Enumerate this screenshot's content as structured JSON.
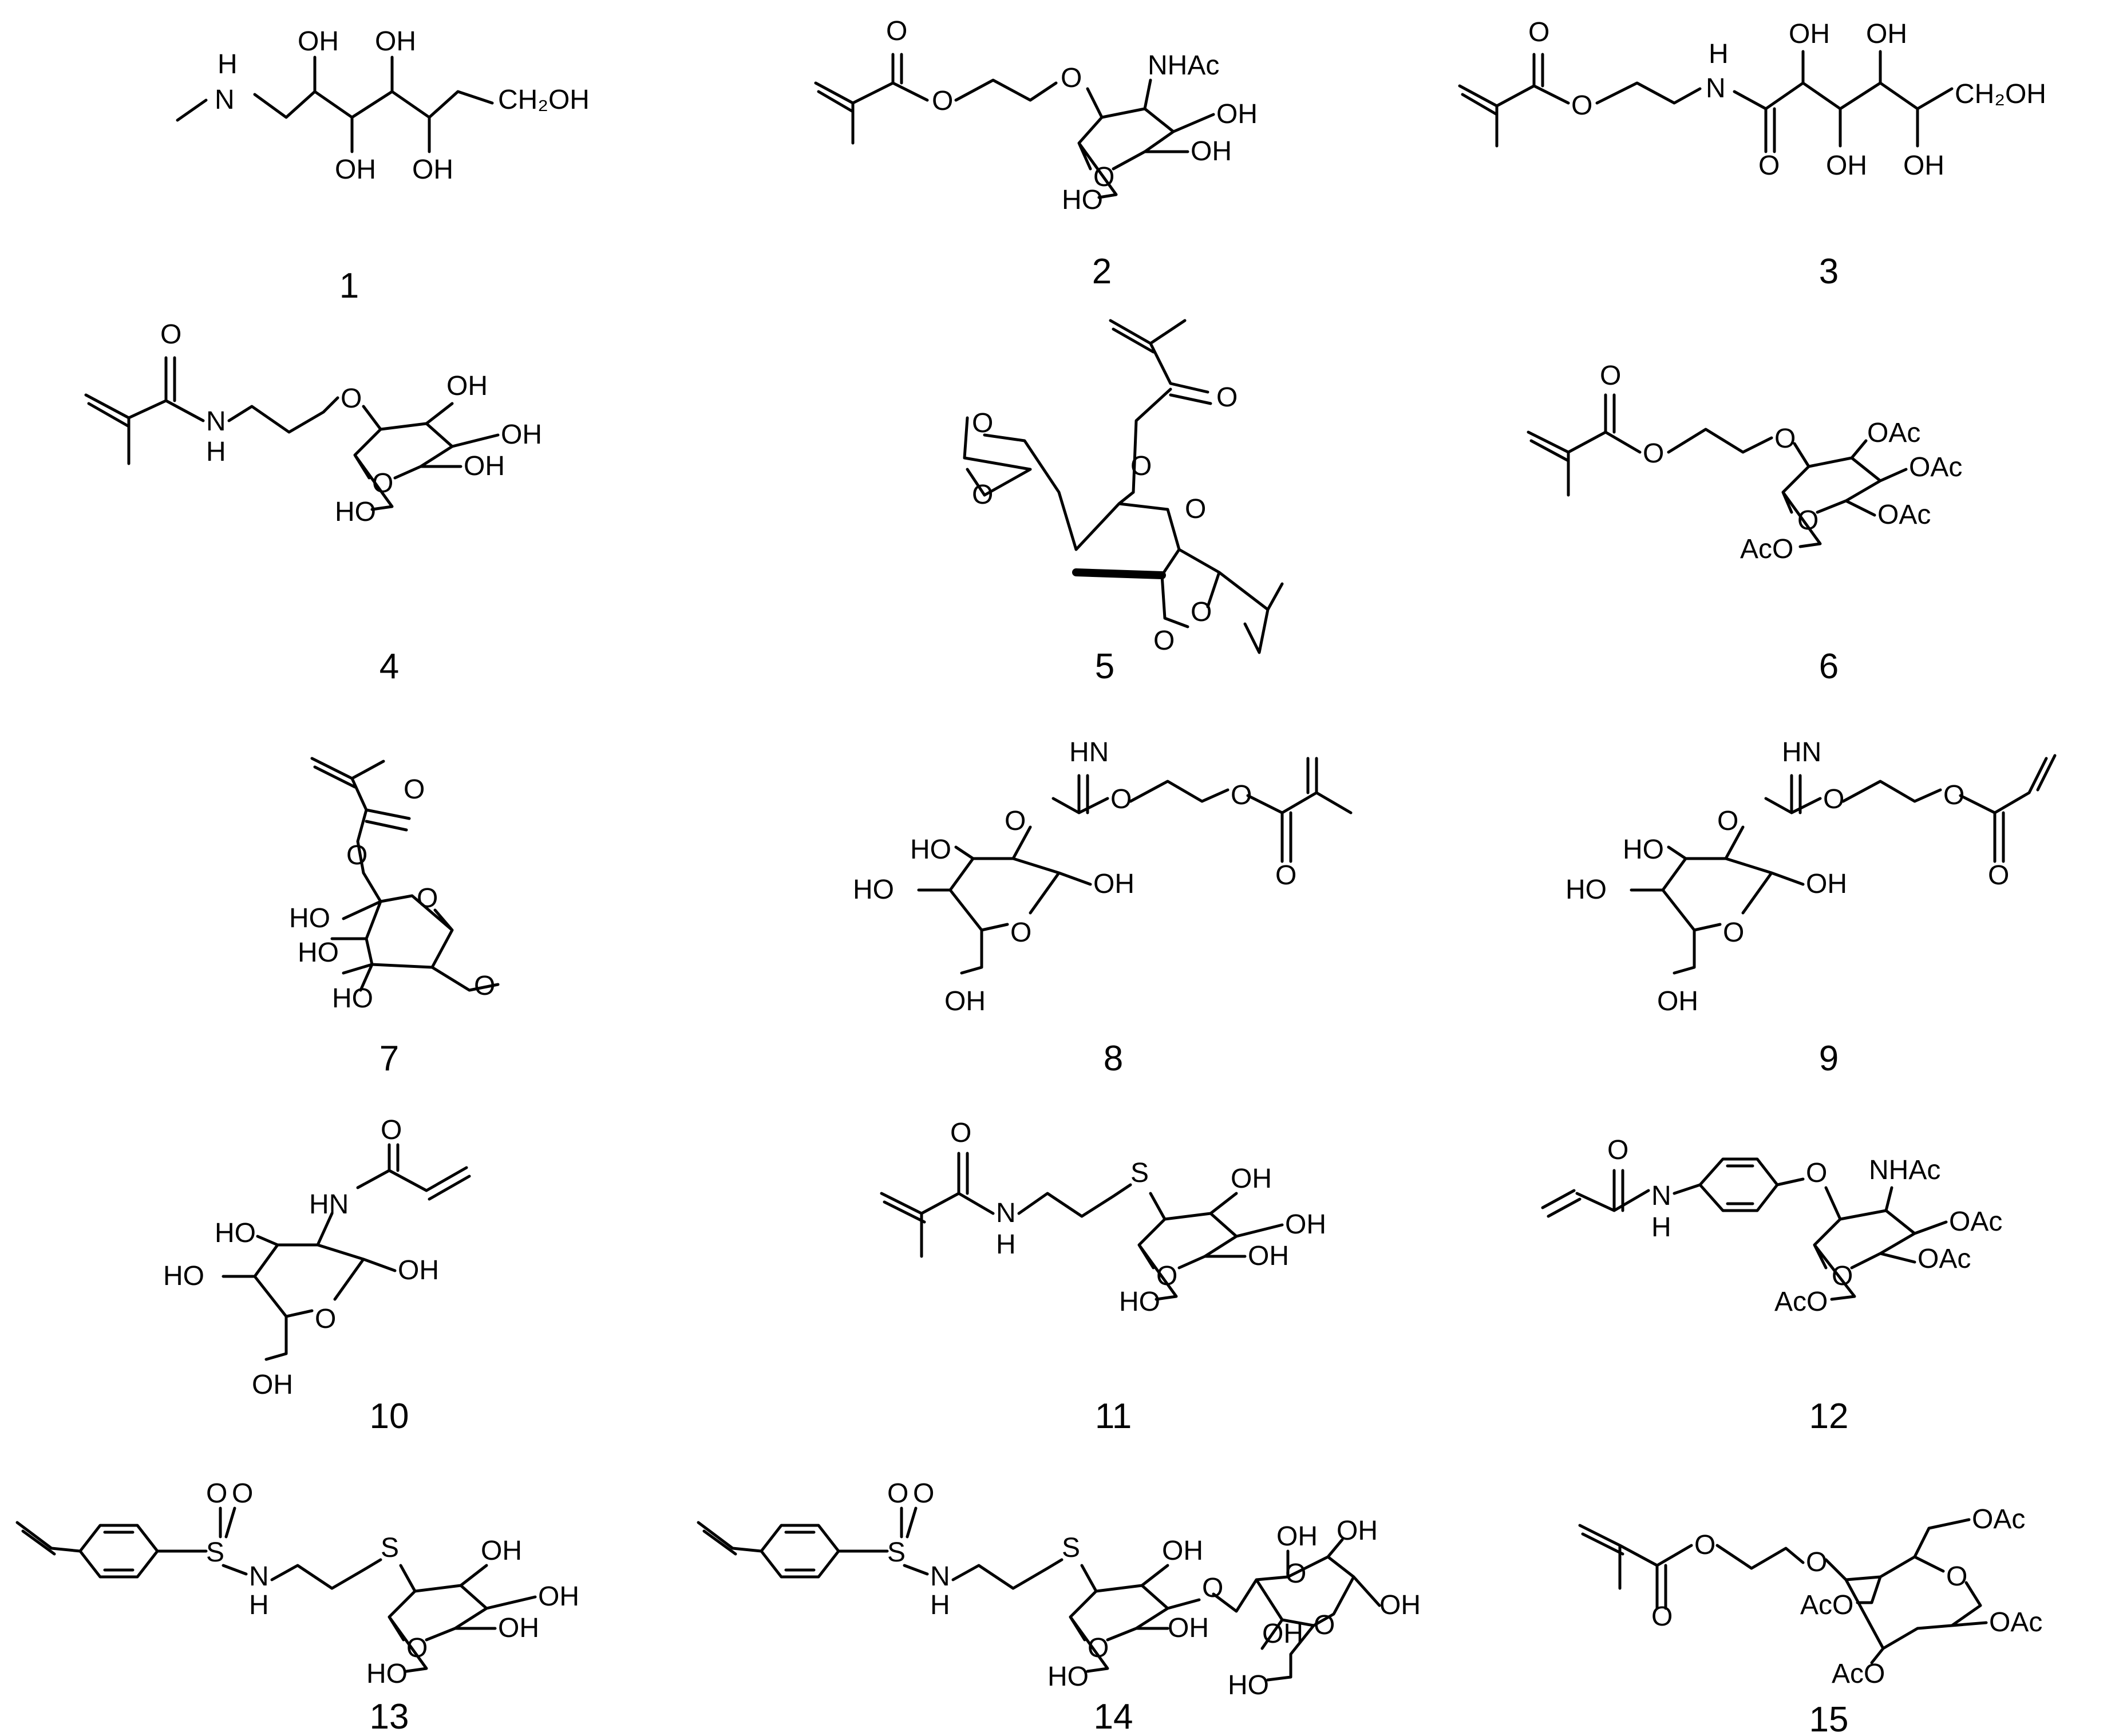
{
  "compounds": [
    {
      "number": "1",
      "labels": [
        "H",
        "N",
        "OH",
        "OH",
        "OH",
        "OH",
        "CH₂OH"
      ]
    },
    {
      "number": "2",
      "labels": [
        "O",
        "O",
        "O",
        "NHAc",
        "OH",
        "OH",
        "O",
        "HO"
      ]
    },
    {
      "number": "3",
      "labels": [
        "O",
        "O",
        "H",
        "N",
        "OH",
        "OH",
        "CH₂OH",
        "O",
        "OH",
        "OH"
      ]
    },
    {
      "number": "4",
      "labels": [
        "O",
        "N",
        "H",
        "O",
        "OH",
        "OH",
        "OH",
        "O",
        "HO"
      ]
    },
    {
      "number": "5",
      "labels": [
        "O",
        "O",
        "O",
        "O",
        "O",
        "O",
        "O"
      ]
    },
    {
      "number": "6",
      "labels": [
        "O",
        "O",
        "O",
        "OAc",
        "OAc",
        "OAc",
        "O",
        "AcO"
      ]
    },
    {
      "number": "7",
      "labels": [
        "O",
        "O",
        "HO",
        "O",
        "HO",
        "HO",
        "O"
      ]
    },
    {
      "number": "8",
      "labels": [
        "O",
        "HN",
        "O",
        "O",
        "O",
        "HO",
        "OH",
        "HO",
        "O",
        "OH"
      ]
    },
    {
      "number": "9",
      "labels": [
        "O",
        "HN",
        "O",
        "O",
        "O",
        "HO",
        "OH",
        "HO",
        "O",
        "OH"
      ]
    },
    {
      "number": "10",
      "labels": [
        "O",
        "HN",
        "HO",
        "OH",
        "HO",
        "O",
        "OH"
      ]
    },
    {
      "number": "11",
      "labels": [
        "O",
        "N",
        "H",
        "S",
        "OH",
        "OH",
        "OH",
        "O",
        "HO"
      ]
    },
    {
      "number": "12",
      "labels": [
        "O",
        "N",
        "H",
        "O",
        "NHAc",
        "OAc",
        "OAc",
        "O",
        "AcO"
      ]
    },
    {
      "number": "13",
      "labels": [
        "O",
        "O",
        "S",
        "N",
        "H",
        "S",
        "OH",
        "OH",
        "OH",
        "O",
        "HO"
      ]
    },
    {
      "number": "14",
      "labels": [
        "O",
        "O",
        "S",
        "N",
        "H",
        "S",
        "OH",
        "OH",
        "OH",
        "O",
        "O",
        "OH",
        "OH",
        "OH",
        "O",
        "O",
        "HO",
        "HO"
      ]
    },
    {
      "number": "15",
      "labels": [
        "O",
        "O",
        "O",
        "OAc",
        "O",
        "AcO",
        "OAc",
        "AcO"
      ]
    }
  ]
}
